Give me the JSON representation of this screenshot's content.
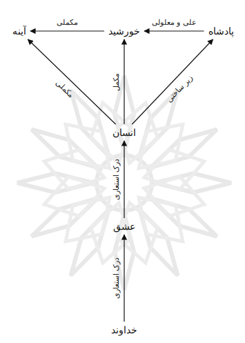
{
  "diagram": {
    "nodes": [
      {
        "text": [
          "پادشاه"
        ]
      },
      {
        "text": [
          "خورشید"
        ]
      },
      {
        "text": [
          "آینه"
        ]
      },
      {
        "text": [
          "انسان"
        ]
      },
      {
        "text": [
          "عشق"
        ]
      },
      {
        "text": [
          "خداوند"
        ]
      }
    ],
    "edges": [
      {
        "from": 0,
        "to": 1,
        "label": "علی و معلولی",
        "arrow": "to"
      },
      {
        "from": 1,
        "to": 2,
        "label": "مکملی",
        "arrow": "to"
      },
      {
        "from": 3,
        "to": 2,
        "label": "مکملی",
        "arrow": "to"
      },
      {
        "from": 3,
        "to": 1,
        "label": "مکمل",
        "arrow": "to"
      },
      {
        "from": 3,
        "to": 0,
        "label": "زیر ساختی",
        "arrow": "to"
      },
      {
        "from": 4,
        "to": 3,
        "label": "درک استعاری",
        "arrow": "to"
      },
      {
        "from": 5,
        "to": 4,
        "label": "درک استعاری",
        "arrow": "to"
      }
    ]
  }
}
